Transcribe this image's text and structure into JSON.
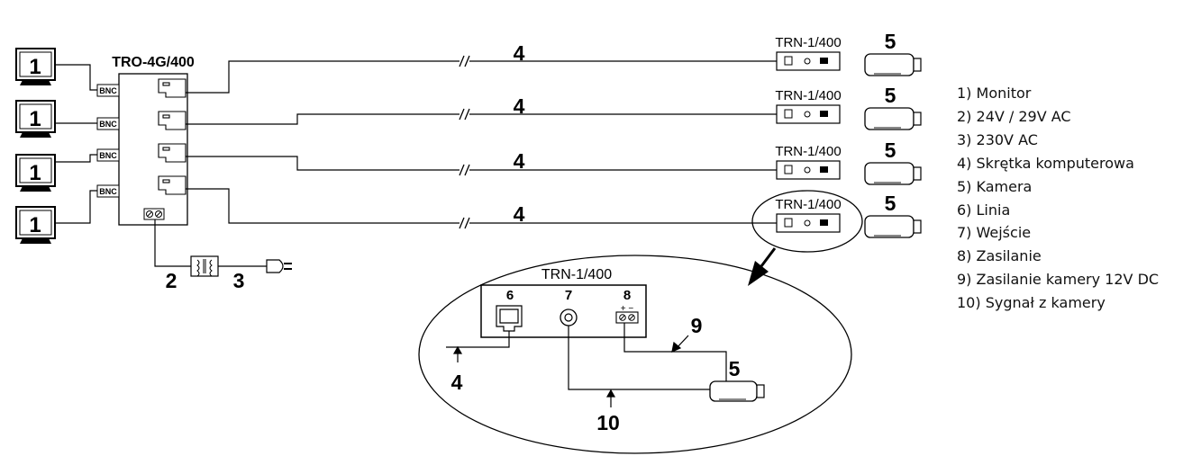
{
  "monitor_label": "1",
  "bnc_label": "BNC",
  "unit_main": "TRO-4G/400",
  "unit_remote": "TRN-1/400",
  "refs": {
    "cable": "4",
    "camera": "5",
    "supply": "2",
    "plug": "3",
    "line": "6",
    "input": "7",
    "power": "8",
    "camera_power": "9",
    "camera_signal": "10"
  },
  "polarity": "+ −",
  "legend": [
    "1) Monitor",
    "2) 24V / 29V AC",
    "3) 230V AC",
    "4) Skrętka komputerowa",
    "5) Kamera",
    "6) Linia",
    "7) Wejście",
    "8) Zasilanie",
    "9) Zasilanie kamery 12V DC",
    "10) Sygnał z kamery"
  ]
}
